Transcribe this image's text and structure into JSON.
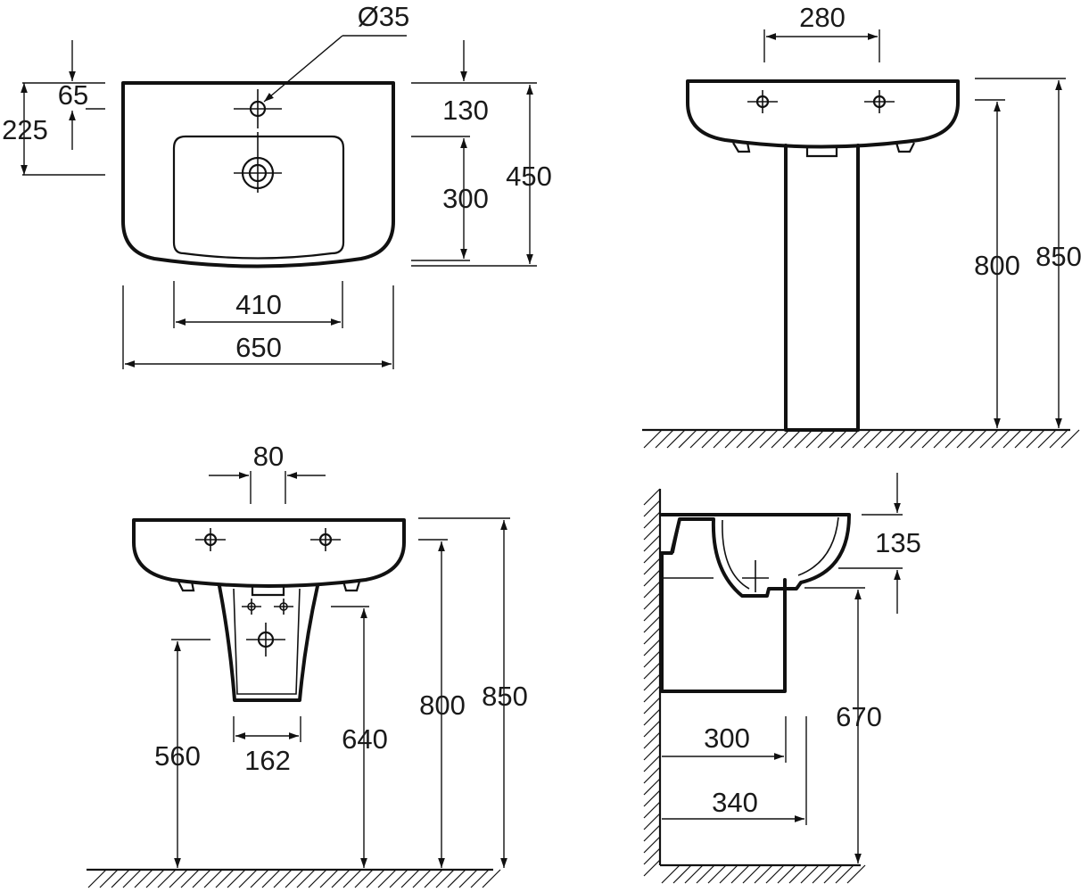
{
  "diagram": {
    "top_view": {
      "hole_diameter": "Ø35",
      "tap_offset": "65",
      "waste_offset": "225",
      "front_to_bowl": "130",
      "bowl_depth": "300",
      "overall_depth": "450",
      "bowl_width": "410",
      "overall_width": "650"
    },
    "pedestal_view": {
      "fixing_centres": "280",
      "fixing_height": "800",
      "rim_height": "850"
    },
    "semi_pedestal_view": {
      "bracket_centres": "80",
      "semi_pedestal_width": "162",
      "waste_height": "560",
      "pedestal_base_height": "640",
      "fixing_height": "800",
      "rim_height": "850"
    },
    "side_view": {
      "rim_to_underside": "135",
      "pedestal_base_height": "670",
      "pedestal_projection": "300",
      "basin_projection": "340"
    }
  }
}
